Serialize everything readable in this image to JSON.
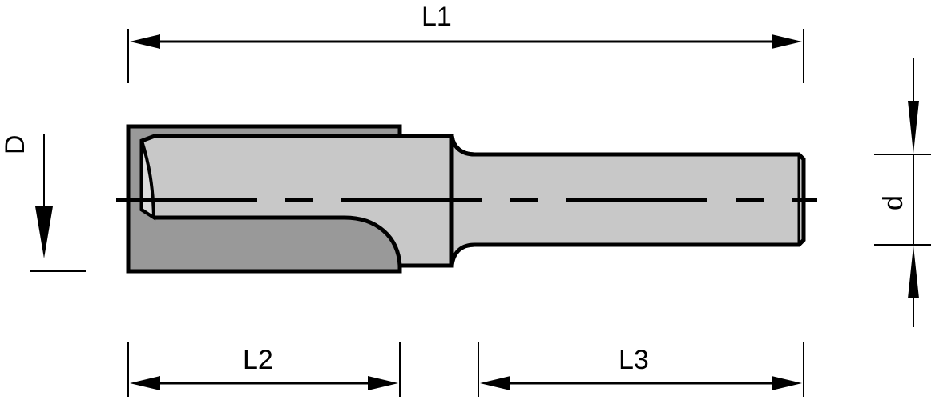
{
  "diagram": {
    "subject": "Straight router bit (two-flute cutter) dimension drawing",
    "colors": {
      "background": "#ffffff",
      "outline": "#000000",
      "body_fill": "#c8c8c8",
      "cutter_fill": "#999999",
      "flute_face": "#dcdcdc"
    },
    "labels": {
      "overall_length": "L1",
      "cutting_length": "L2",
      "shank_length": "L3",
      "cutting_diameter": "D",
      "shank_diameter": "d"
    },
    "parts": [
      "cutting-edge",
      "body",
      "shank",
      "centerline"
    ]
  }
}
